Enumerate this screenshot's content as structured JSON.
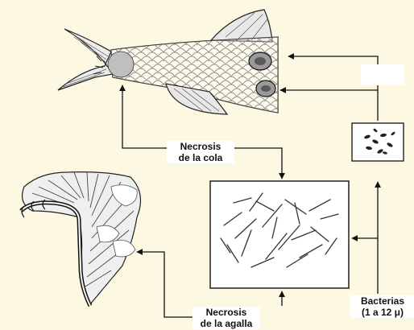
{
  "labels": {
    "tail_necrosis_line1": "Necrosis",
    "tail_necrosis_line2": "de la cola",
    "gill_necrosis_line1": "Necrosis",
    "gill_necrosis_line2": "de la agalla",
    "bacteria_line1": "Bacterias",
    "bacteria_line2": "(1 a 12 μ)"
  },
  "colors": {
    "background": "#fdf8e2",
    "line": "#111111",
    "box_fill": "#ffffff"
  },
  "icons": [
    "fish-tail-illustration",
    "gill-arch-illustration",
    "bacteria-microscope-view",
    "bacteria-cluster-icon"
  ]
}
